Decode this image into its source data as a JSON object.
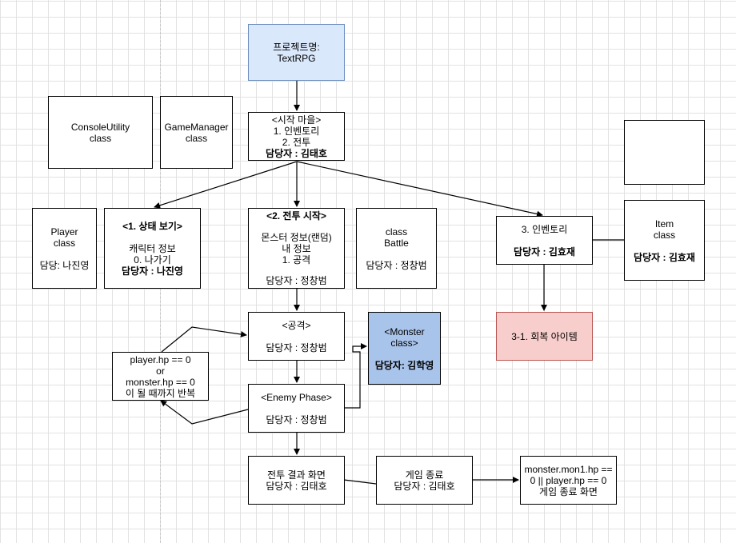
{
  "nodes": {
    "project": {
      "line1": "프로젝트명:",
      "line2": "TextRPG"
    },
    "console_utility": {
      "line1": "ConsoleUtility",
      "line2": "class"
    },
    "game_manager": {
      "line1": "GameManager",
      "line2": "class"
    },
    "start_village": {
      "line1": "<시작 마을>",
      "line2": "1. 인벤토리",
      "line3": "2. 전투",
      "owner_label": "담당자 :",
      "owner_name": "김태호"
    },
    "player_class": {
      "line1": "Player",
      "line2": "class",
      "owner": "담당: 나진영"
    },
    "status_view": {
      "title": "<1. 상태 보기>",
      "line1": "캐릭터 정보",
      "line2": "0. 나가기",
      "owner_label": "담당자 :",
      "owner_name": "나진영"
    },
    "battle_start": {
      "title": "<2. 전투 시작>",
      "line1": "몬스터 정보(랜덤)",
      "line2": "내 정보",
      "line3": "1. 공격",
      "owner": "담당자 : 정창범"
    },
    "battle_class": {
      "line1": "class",
      "line2": "Battle",
      "owner": "담당자 : 정창범"
    },
    "inventory": {
      "line1": "3. 인벤토리",
      "owner_label": "담당자 :",
      "owner_name": "김효재"
    },
    "item_class": {
      "line1": "Item",
      "line2": "class",
      "owner_label": "담당자 :",
      "owner_name": "김효재"
    },
    "recovery_item": {
      "line1": "3-1. 회복 아이템"
    },
    "attack": {
      "line1": "<공격>",
      "owner": "담당자 : 정창범"
    },
    "monster_class": {
      "line1": "<Monster",
      "line2": "class>",
      "owner_label": "담당자:",
      "owner_name": "김학영"
    },
    "loop_condition": {
      "line1": "player.hp == 0",
      "line2": "or",
      "line3": "monster.hp == 0",
      "line4": "이 될 때까지 반복"
    },
    "enemy_phase": {
      "line1": "<Enemy Phase>",
      "owner": "담당자 : 정창범"
    },
    "battle_result": {
      "line1": "전투 결과 화면",
      "owner": "담당자 : 김태호"
    },
    "game_over": {
      "line1": "게임 종료",
      "owner": "담당자 : 김태호"
    },
    "end_condition": {
      "line1": "monster.mon1.hp ==",
      "line2": "0 || player.hp == 0",
      "line3": "게임 종료 화면"
    }
  },
  "colors": {
    "project_fill": "#dae8fc",
    "monster_fill": "#a9c4eb",
    "recovery_fill": "#f8cecc",
    "edge": "#333333"
  }
}
